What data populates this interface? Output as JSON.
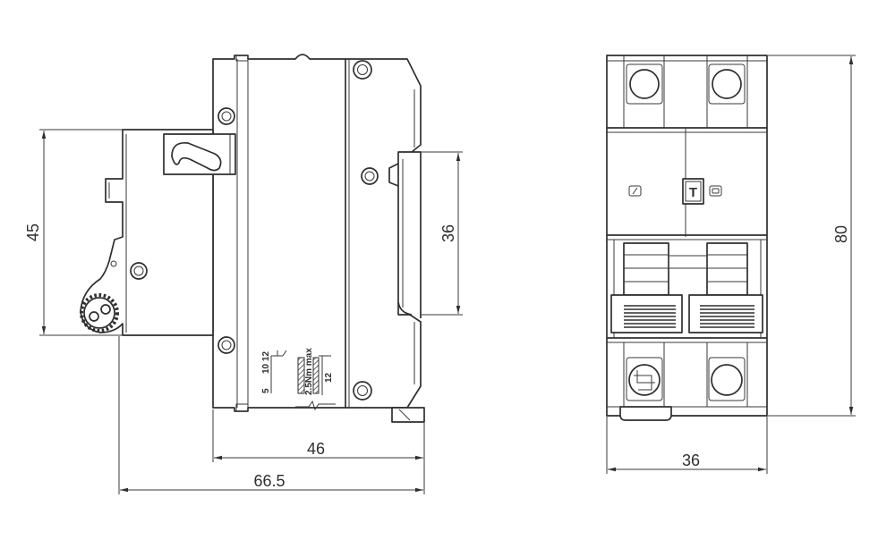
{
  "drawing": {
    "side_view": {
      "dim_height": "45",
      "dim_din_rail": "36",
      "dim_body_depth": "46",
      "dim_total_depth": "66.5",
      "terminal_label": {
        "wire_min": "5",
        "wire_range": "10 12",
        "torque": "2.5Nm max",
        "strip_length": "12"
      }
    },
    "front_view": {
      "test_button": "T",
      "dim_height": "80",
      "dim_width": "36"
    }
  },
  "colors": {
    "line": "#2f2f2f",
    "background": "#ffffff"
  }
}
